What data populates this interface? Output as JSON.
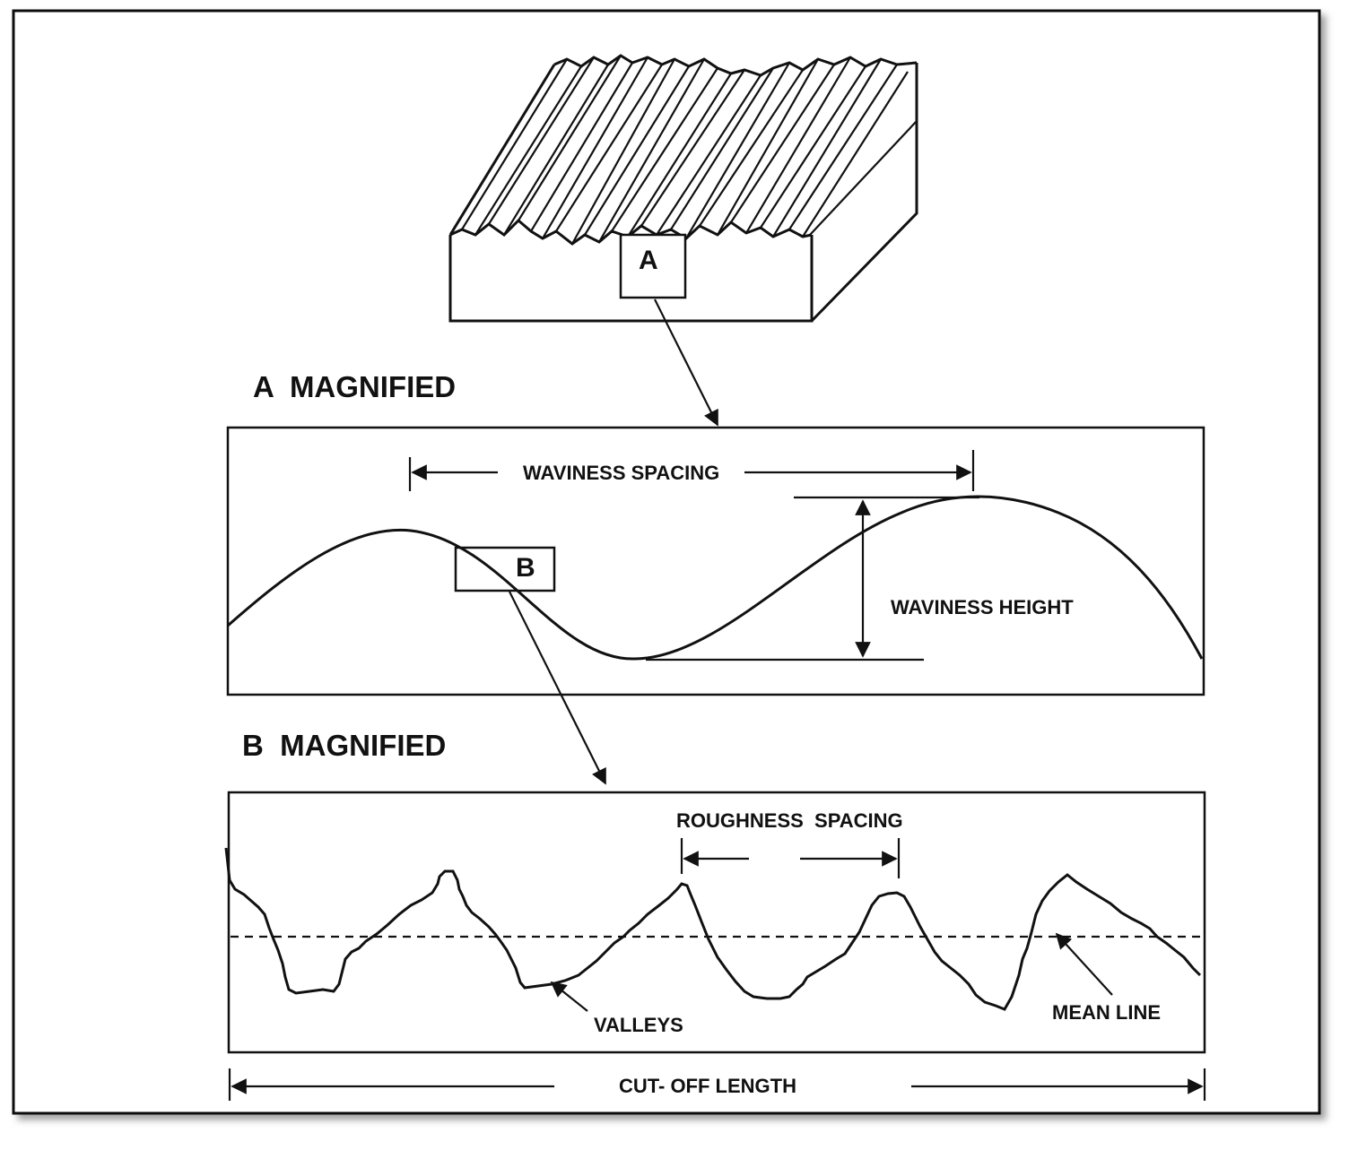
{
  "labels": {
    "box_a": "A",
    "a_magnified": "A  MAGNIFIED",
    "box_b": "B",
    "waviness_spacing": "WAVINESS SPACING",
    "waviness_height": "WAVINESS HEIGHT",
    "b_magnified": "B  MAGNIFIED",
    "roughness_spacing": "ROUGHNESS  SPACING",
    "valleys": "VALLEYS",
    "mean_line": "MEAN LINE",
    "cut_off_length": "CUT- OFF LENGTH"
  }
}
